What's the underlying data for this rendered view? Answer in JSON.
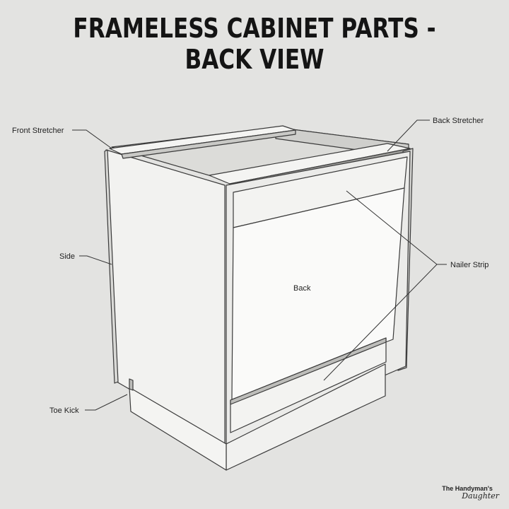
{
  "title": "FRAMELESS CABINET PARTS - BACK VIEW",
  "labels": {
    "front_stretcher": "Front Stretcher",
    "back_stretcher": "Back Stretcher",
    "side": "Side",
    "nailer_strip": "Nailer Strip",
    "back": "Back",
    "toe_kick": "Toe Kick"
  },
  "brand": {
    "line1": "The Handyman's",
    "line2": "Daughter"
  }
}
